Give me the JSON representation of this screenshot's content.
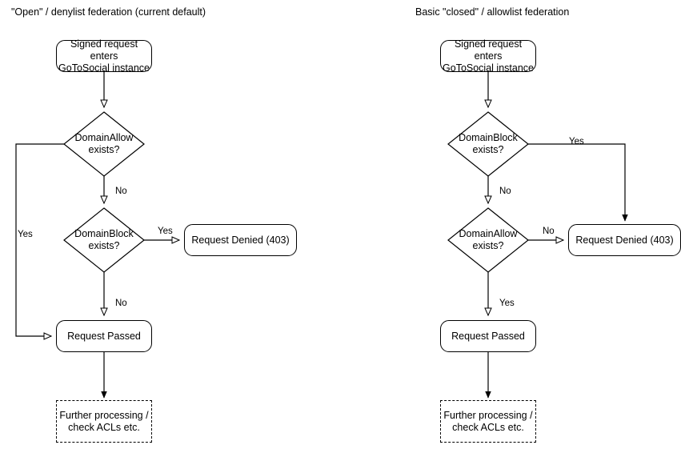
{
  "diagram": {
    "title_left": "\"Open\" / denylist federation (current default)",
    "title_right": "Basic \"closed\" / allowlist federation"
  },
  "columns": [
    {
      "id": "open-denylist",
      "title": "\"Open\" / denylist federation (current default)",
      "nodes": {
        "entry": "Signed request enters\nGoToSocial instance",
        "decision1": "DomainAllow\nexists?",
        "decision2": "DomainBlock\nexists?",
        "denied": "Request Denied (403)",
        "passed": "Request Passed",
        "further": "Further processing /\ncheck ACLs etc."
      },
      "edge_labels": {
        "decision1_yes": "Yes",
        "decision1_no": "No",
        "decision2_yes": "Yes",
        "decision2_no": "No"
      }
    },
    {
      "id": "closed-allowlist",
      "title": "Basic \"closed\" / allowlist federation",
      "nodes": {
        "entry": "Signed request enters\nGoToSocial instance",
        "decision1": "DomainBlock\nexists?",
        "decision2": "DomainAllow\nexists?",
        "denied": "Request Denied (403)",
        "passed": "Request Passed",
        "further": "Further processing /\ncheck ACLs etc."
      },
      "edge_labels": {
        "decision1_yes": "Yes",
        "decision1_no": "No",
        "decision2_no": "No",
        "decision2_yes": "Yes"
      }
    }
  ],
  "style": {
    "stroke": "#000000",
    "text": "#000000",
    "background": "#ffffff"
  }
}
